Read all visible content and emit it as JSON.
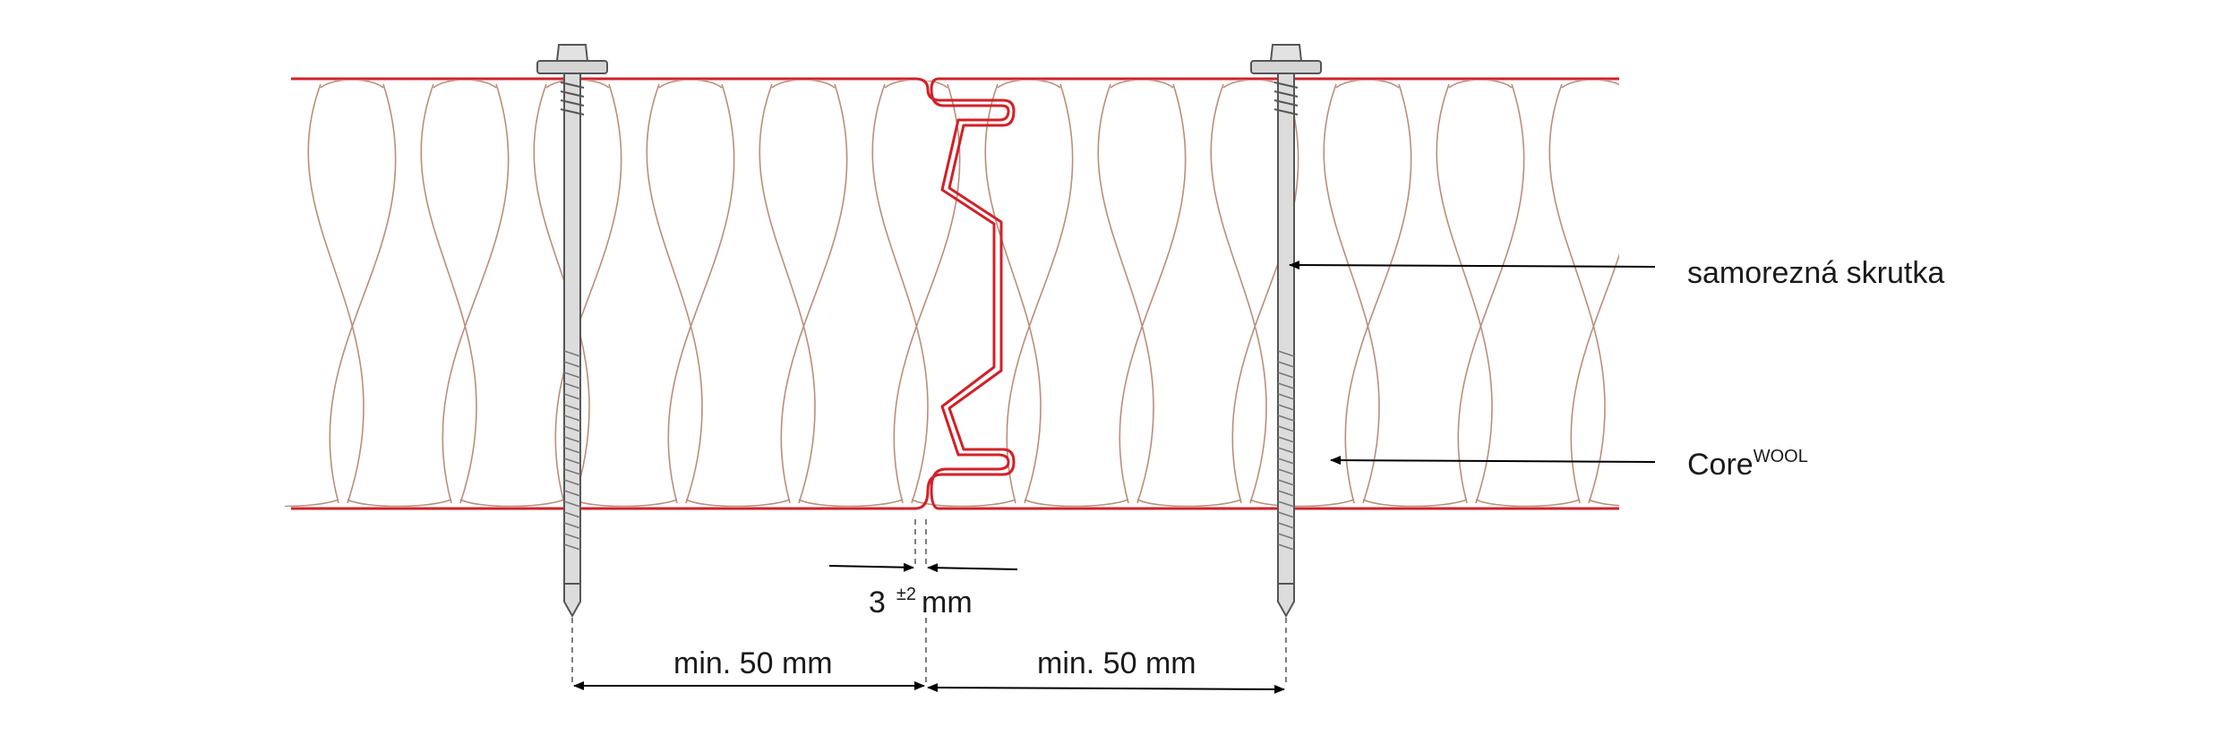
{
  "labels": {
    "screw": "samorezná skrutka",
    "core_base": "Core",
    "core_sup": "WOOL",
    "gap_value": "3",
    "gap_tolerance": "±2",
    "gap_unit": "mm",
    "dim_left": "min. 50 mm",
    "dim_right": "min. 50 mm"
  },
  "colors": {
    "panel_red": "#d32027",
    "wool_line": "#b07a64",
    "screw_fill": "#dcdcdc",
    "screw_stroke": "#555555",
    "arrow": "#000000",
    "text": "#1a1a1a"
  }
}
